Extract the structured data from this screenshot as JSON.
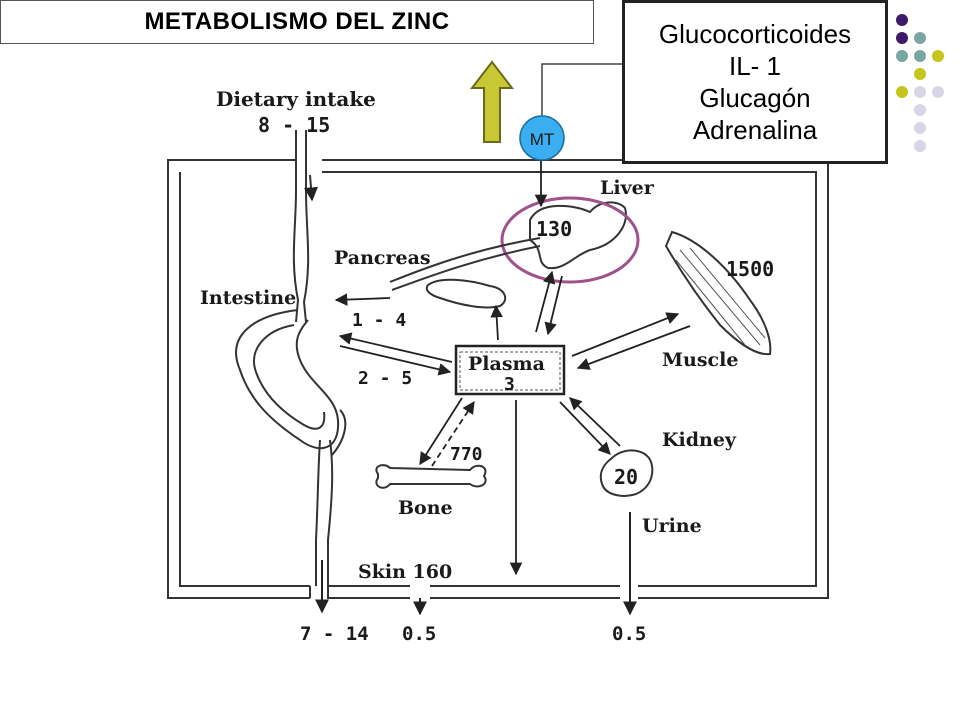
{
  "title": "METABOLISMO DEL ZINC",
  "hormones": [
    "Glucocorticoides",
    "IL- 1",
    "Glucagón",
    "Adrenalina"
  ],
  "mt_label": "MT",
  "colors": {
    "mt_circle": "#3aaef0",
    "arrow_fill": "#c8c834",
    "liver_ring": "#a0508a",
    "dot_purple": "#3d1a6a",
    "dot_teal": "#7aa6a2",
    "dot_olive": "#c8c41e",
    "dot_lavender": "#d6d6e6"
  },
  "diagram": {
    "dietary_label": "Dietary intake",
    "dietary_value": "8 - 15",
    "liver_label": "Liver",
    "liver_value": "130",
    "pancreas_label": "Pancreas",
    "intestine_label": "Intestine",
    "flux_pancreas": "1 - 4",
    "flux_plasma_intestine": "2 - 5",
    "plasma_label": "Plasma",
    "plasma_value": "3",
    "muscle_label": "Muscle",
    "muscle_value": "1500",
    "bone_label": "Bone",
    "bone_value": "770",
    "kidney_label": "Kidney",
    "kidney_value": "20",
    "urine_label": "Urine",
    "skin_label": "Skin 160",
    "fecal_value": "7 - 14",
    "skin_loss_value": "0.5",
    "urine_loss_value": "0.5"
  }
}
